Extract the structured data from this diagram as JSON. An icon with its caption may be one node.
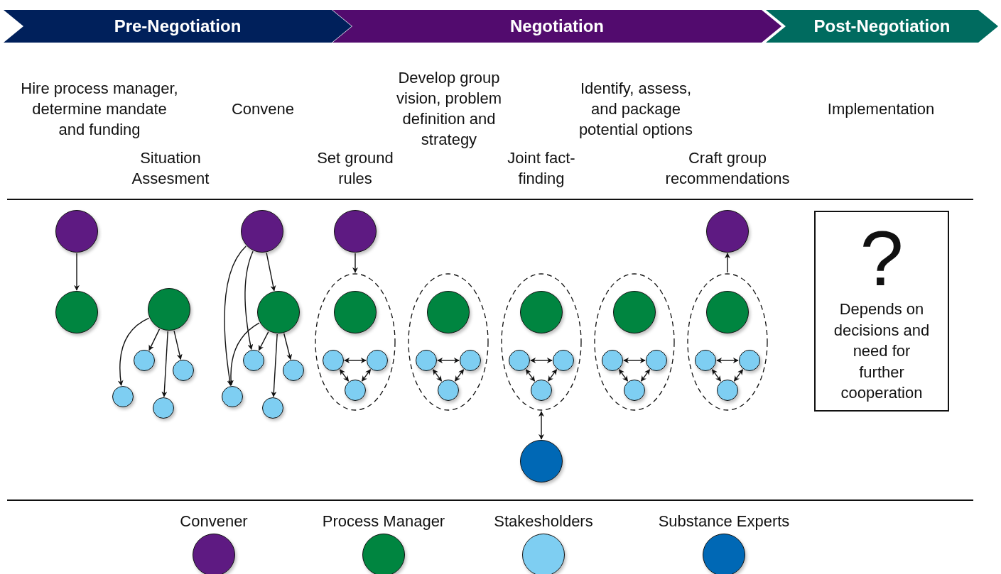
{
  "diagram": {
    "nodes": [
      {
        "text": [
          "Pre-Negotiation"
        ]
      },
      {
        "text": [
          "Negotiation"
        ]
      },
      {
        "text": [
          "Post-Negotiation"
        ]
      },
      {
        "text": [],
        "shape": "circle"
      },
      {
        "text": [],
        "shape": "circle"
      },
      {
        "text": [],
        "shape": "circle"
      },
      {
        "text": [],
        "shape": "circle"
      },
      {
        "text": [],
        "shape": "circle"
      },
      {
        "text": [],
        "shape": "circle"
      },
      {
        "text": [],
        "shape": "circle"
      },
      {
        "text": [],
        "shape": "circle"
      },
      {
        "text": [],
        "shape": "circle"
      },
      {
        "text": [],
        "shape": "circle"
      },
      {
        "text": [],
        "shape": "circle"
      },
      {
        "text": [],
        "shape": "circle"
      },
      {
        "text": [],
        "shape": "circle"
      },
      {
        "text": [],
        "shape": "circle"
      },
      {
        "text": [],
        "shape": "ellipse"
      },
      {
        "text": [],
        "shape": "circle",
        "in": 17
      },
      {
        "text": [],
        "shape": "circle",
        "in": 17
      },
      {
        "text": [],
        "shape": "circle",
        "in": 17
      },
      {
        "text": [],
        "shape": "circle",
        "in": 17
      },
      {
        "text": [],
        "shape": "ellipse"
      },
      {
        "text": [],
        "shape": "circle",
        "in": 22
      },
      {
        "text": [],
        "shape": "circle",
        "in": 22
      },
      {
        "text": [],
        "shape": "circle",
        "in": 22
      },
      {
        "text": [],
        "shape": "circle",
        "in": 22
      },
      {
        "text": [],
        "shape": "ellipse"
      },
      {
        "text": [],
        "shape": "circle",
        "in": 27
      },
      {
        "text": [],
        "shape": "circle",
        "in": 27
      },
      {
        "text": [],
        "shape": "circle",
        "in": 27
      },
      {
        "text": [],
        "shape": "circle",
        "in": 27
      },
      {
        "text": [],
        "shape": "circle"
      },
      {
        "text": [],
        "shape": "ellipse"
      },
      {
        "text": [],
        "shape": "circle",
        "in": 33
      },
      {
        "text": [],
        "shape": "circle",
        "in": 33
      },
      {
        "text": [],
        "shape": "circle",
        "in": 33
      },
      {
        "text": [],
        "shape": "circle",
        "in": 33
      },
      {
        "text": [],
        "shape": "circle"
      },
      {
        "text": [],
        "shape": "ellipse"
      },
      {
        "text": [],
        "shape": "circle",
        "in": 39
      },
      {
        "text": [],
        "shape": "circle",
        "in": 39
      },
      {
        "text": [],
        "shape": "circle",
        "in": 39
      },
      {
        "text": [],
        "shape": "circle",
        "in": 39
      },
      {
        "text": [
          "?",
          "Depends on decisions and need for further cooperation"
        ]
      }
    ],
    "edges": [
      {
        "from": 3,
        "to": 4,
        "arrow": "to"
      },
      {
        "from": 5,
        "to": 6,
        "arrow": "to"
      },
      {
        "from": 5,
        "to": 7,
        "arrow": "to"
      },
      {
        "from": 5,
        "to": 8,
        "arrow": "to"
      },
      {
        "from": 5,
        "to": 9,
        "arrow": "to"
      },
      {
        "from": 10,
        "to": 11,
        "arrow": "to"
      },
      {
        "from": 10,
        "to": 12,
        "arrow": "to"
      },
      {
        "from": 10,
        "to": 13,
        "arrow": "to"
      },
      {
        "from": 11,
        "to": 12,
        "arrow": "to"
      },
      {
        "from": 11,
        "to": 13,
        "arrow": "to"
      },
      {
        "from": 11,
        "to": 14,
        "arrow": "to"
      },
      {
        "from": 11,
        "to": 15,
        "arrow": "to"
      },
      {
        "from": 16,
        "to": 17,
        "arrow": "to"
      },
      {
        "from": 19,
        "to": 20,
        "arrow": "both"
      },
      {
        "from": 19,
        "to": 21,
        "arrow": "both"
      },
      {
        "from": 20,
        "to": 21,
        "arrow": "both"
      },
      {
        "from": 24,
        "to": 25,
        "arrow": "both"
      },
      {
        "from": 24,
        "to": 26,
        "arrow": "both"
      },
      {
        "from": 25,
        "to": 26,
        "arrow": "both"
      },
      {
        "from": 29,
        "to": 30,
        "arrow": "both"
      },
      {
        "from": 29,
        "to": 31,
        "arrow": "both"
      },
      {
        "from": 30,
        "to": 31,
        "arrow": "both"
      },
      {
        "from": 27,
        "to": 32,
        "arrow": "both"
      },
      {
        "from": 35,
        "to": 36,
        "arrow": "both"
      },
      {
        "from": 35,
        "to": 37,
        "arrow": "both"
      },
      {
        "from": 36,
        "to": 37,
        "arrow": "both"
      },
      {
        "from": 39,
        "to": 38,
        "arrow": "to"
      },
      {
        "from": 41,
        "to": 42,
        "arrow": "both"
      },
      {
        "from": 41,
        "to": 43,
        "arrow": "both"
      },
      {
        "from": 42,
        "to": 43,
        "arrow": "both"
      }
    ],
    "labels": [
      "Hire process manager, determine mandate and funding",
      "Situation Assesment",
      "Convene",
      "Set ground rules",
      "Develop group vision, problem definition and strategy",
      "Joint fact-finding",
      "Identify, assess, and package potential options",
      "Craft group recommendations",
      "Implementation"
    ],
    "legend": [
      {
        "text": "Convener",
        "color": "#5e1a82"
      },
      {
        "text": "Process Manager",
        "color": "#008540"
      },
      {
        "text": "Stakesholders",
        "color": "#7ecef2"
      },
      {
        "text": "Substance Experts",
        "color": "#0068b5"
      }
    ]
  }
}
